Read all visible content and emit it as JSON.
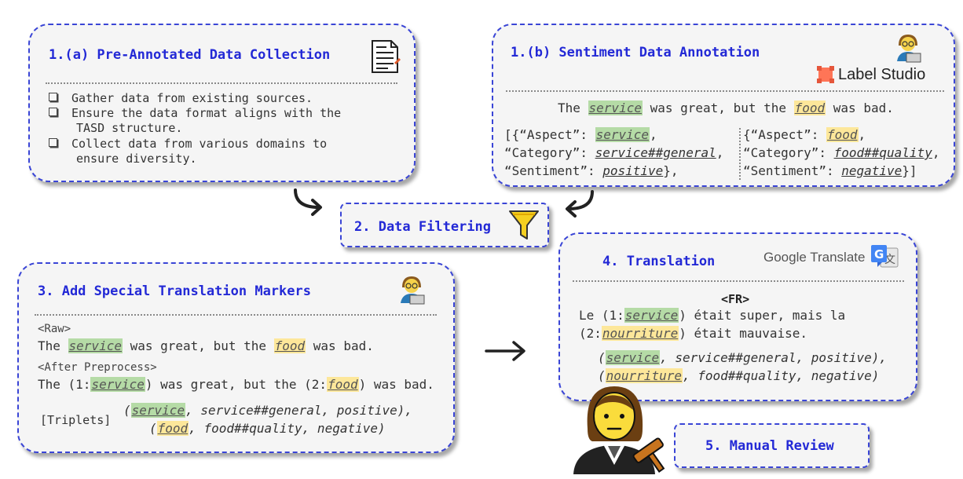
{
  "box1a": {
    "title": "1.(a) Pre-Annotated Data Collection",
    "bullets": [
      "Gather data from existing sources.",
      "Ensure the data format aligns with the",
      "TASD structure.",
      "Collect data from various domains to",
      "ensure diversity."
    ],
    "icon": "document-icon"
  },
  "box1b": {
    "title": "1.(b) Sentiment Data Annotation",
    "logo_text": "Label Studio",
    "sentence": {
      "p1": "The ",
      "w1": "service",
      "p2": " was great, but the ",
      "w2": "food",
      "p3": " was bad."
    },
    "left": {
      "l1a": "[{“Aspect”: ",
      "l1v": "service",
      "l1b": ",",
      "l2a": " “Category”: ",
      "l2v": "service##general",
      "l2b": ",",
      "l3a": " “Sentiment”: ",
      "l3v": "positive",
      "l3b": "},"
    },
    "right": {
      "l1a": "{“Aspect”: ",
      "l1v": "food",
      "l1b": ",",
      "l2a": " “Category”: ",
      "l2v": "food##quality",
      "l2b": ",",
      "l3a": " “Sentiment”: ",
      "l3v": "negative",
      "l3b": "}]"
    }
  },
  "box2": {
    "title": "2. Data Filtering",
    "icon": "filter-icon"
  },
  "box3": {
    "title": "3. Add Special Translation Markers",
    "raw_label": "<Raw>",
    "raw": {
      "p1": "The ",
      "w1": "service",
      "p2": " was great, but the ",
      "w2": "food",
      "p3": " was bad."
    },
    "pre_label": "<After Preprocess>",
    "pre": {
      "p1": "The (1:",
      "w1": "service",
      "p2": ") was great, but the (2:",
      "w2": "food",
      "p3": ") was bad."
    },
    "triplets_label": "[Triplets]",
    "t1": {
      "a": "(",
      "w": "service",
      "b": ", service##general, positive),"
    },
    "t2": {
      "a": "(",
      "w": "food",
      "b": ", food##quality, negative)"
    }
  },
  "box4": {
    "title": "4. Translation",
    "logo_text": "Google Translate",
    "lang": "<FR>",
    "line1": {
      "a": "Le (1:",
      "w": "service",
      "b": ") était super, mais la"
    },
    "line2": {
      "a": "(2:",
      "w": "nourriture",
      "b": ") était mauvaise."
    },
    "t1": {
      "a": "(",
      "w": "service",
      "b": ", service##general, positive),"
    },
    "t2": {
      "a": "(",
      "w": "nourriture",
      "b": ", food##quality, negative)"
    }
  },
  "box5": {
    "title": "5. Manual Review",
    "icon": "judge-icon"
  },
  "colors": {
    "accent": "#2329d6",
    "green": "#b5dba6",
    "yellow": "#fde79a",
    "box_bg": "#f5f5f5"
  }
}
